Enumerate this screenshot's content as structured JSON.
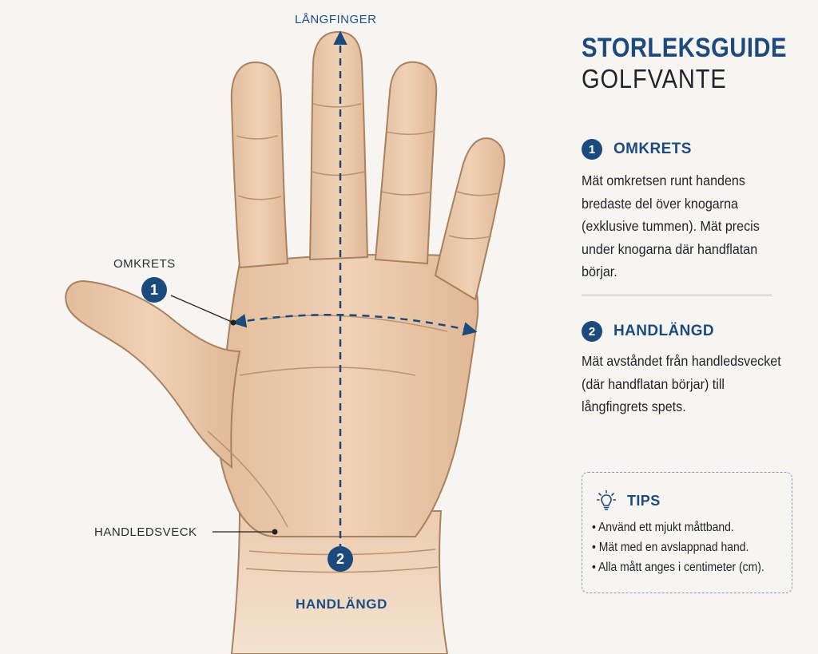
{
  "diagram": {
    "labels": {
      "middle_finger": "LÅNGFINGER",
      "circumference": "OMKRETS",
      "wrist_crease": "HANDLEDSVECK",
      "hand_length": "HANDLÄNGD"
    },
    "badges": {
      "circumference": "1",
      "hand_length": "2"
    }
  },
  "panel": {
    "title": "STORLEKSGUIDE",
    "subtitle": "GOLFVANTE",
    "sections": [
      {
        "number": "1",
        "title": "OMKRETS",
        "lines": [
          "Mät omkretsen runt handens",
          "bredaste del över knogarna",
          "(exklusive tummen). Mät precis",
          "under knogarna där handflatan",
          "börjar."
        ]
      },
      {
        "number": "2",
        "title": "HANDLÄNGD",
        "lines": [
          "Mät avståndet från handledsvecket",
          "(där handflatan börjar) till",
          "långfingrets spets."
        ]
      }
    ],
    "tips": {
      "icon": "lightbulb-icon",
      "title": "TIPS",
      "items": [
        "• Använd ett mjukt måttband.",
        "• Mät med en avslappnad hand.",
        "• Alla mått anges i centimeter (cm)."
      ]
    }
  },
  "colors": {
    "accent": "#1d4a7c",
    "skin": "#e9c9ab",
    "background": "#f7f5f1"
  }
}
